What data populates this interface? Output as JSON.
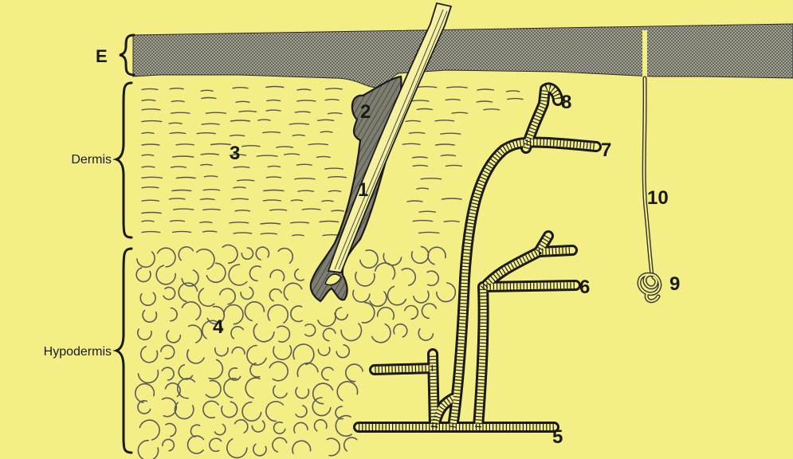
{
  "labels": {
    "epidermis": "E",
    "dermis": "Dermis",
    "hypodermis": "Hypodermis",
    "n1": "1",
    "n2": "2",
    "n3": "3",
    "n4": "4",
    "n5": "5",
    "n6": "6",
    "n7": "7",
    "n8": "8",
    "n9": "9",
    "n10": "10"
  },
  "colors": {
    "background": "#f3ee86",
    "epidermis": "#8a8a7a",
    "line": "#1a1a1a"
  }
}
